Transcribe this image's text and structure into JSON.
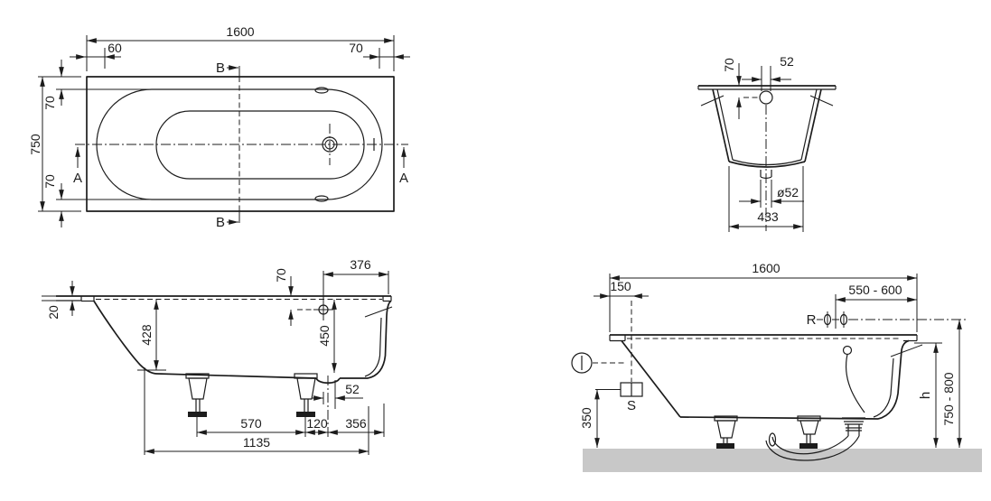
{
  "colors": {
    "line": "#1c1c1c",
    "tub_fill": "#e9e9e9",
    "floor_fill": "#c8c8c8"
  },
  "plan": {
    "length": "1600",
    "end_inset_left": "60",
    "end_inset_right": "70",
    "width": "750",
    "side_inset_top": "70",
    "side_inset_bottom": "70",
    "section_a": "A",
    "section_b": "B"
  },
  "section": {
    "overflow_depth": "70",
    "overflow_slot_width": "52",
    "drain_diameter": "ø52",
    "base_width": "433"
  },
  "side": {
    "overflow_to_end": "376",
    "overflow_depth": "70",
    "rim_thickness": "20",
    "rear_inner_depth": "428",
    "front_inner_depth": "450",
    "drain_offset": "52",
    "foot_spacing": "570",
    "foot_to_drain": "120",
    "drain_to_end": "356",
    "base_length": "1135"
  },
  "install": {
    "length": "1600",
    "switch_offset": "150",
    "tap_offset_range": "550 - 600",
    "tap_label": "R",
    "switch_label": "S",
    "switch_height": "350",
    "rim_height_label": "h",
    "install_height_range": "750 - 800"
  }
}
